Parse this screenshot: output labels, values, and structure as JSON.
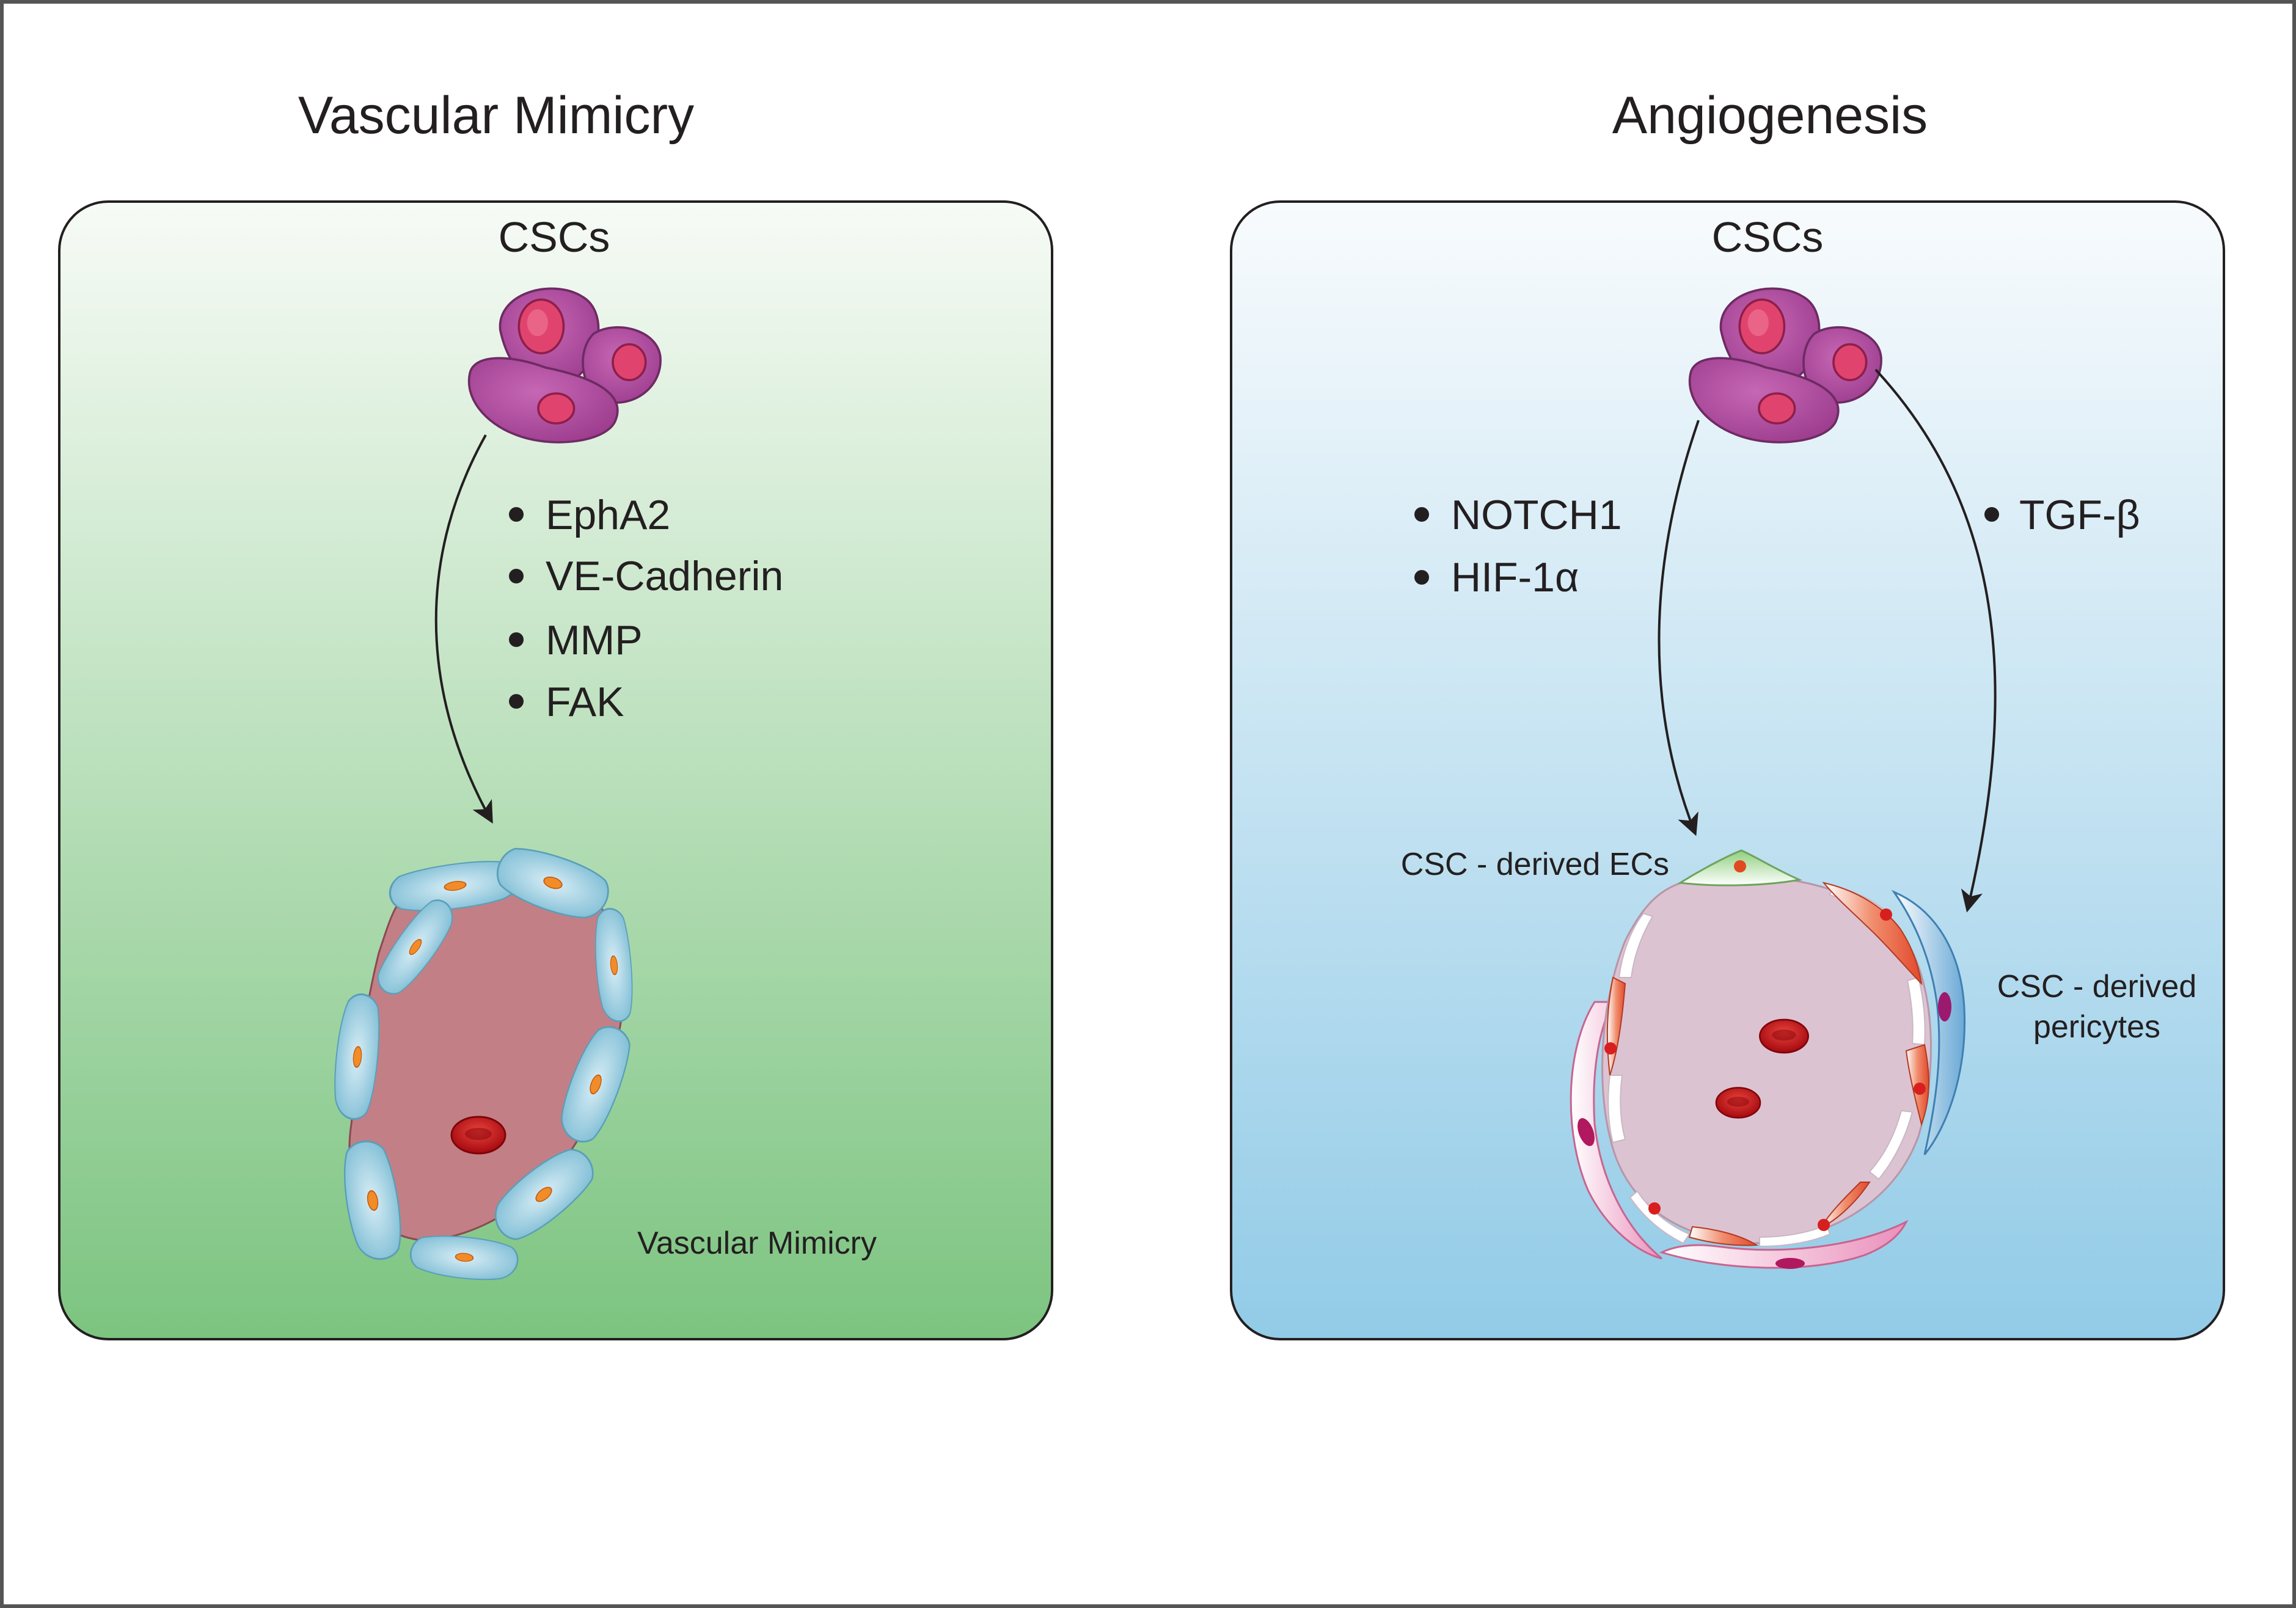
{
  "left_panel": {
    "title": "Vascular Mimicry",
    "cells_label": "CSCs",
    "factors": [
      "EphA2",
      "VE-Cadherin",
      "MMP",
      "FAK"
    ],
    "vessel_label": "Vascular Mimicry",
    "gradient": [
      "#f7fbf6",
      "#7cc480"
    ]
  },
  "right_panel": {
    "title": "Angiogenesis",
    "cells_label": "CSCs",
    "factors_left": [
      "NOTCH1",
      "HIF-1α"
    ],
    "factors_right": [
      "TGF-β"
    ],
    "ec_label": "CSC - derived ECs",
    "pericyte_label_line1": "CSC - derived",
    "pericyte_label_line2": "pericytes",
    "gradient": [
      "#f8fbfd",
      "#92cbe7"
    ]
  },
  "colors": {
    "csc_cell": "#b04e9f",
    "csc_nucleus": "#e0446e",
    "endothelial": "#8dc6db",
    "lumen_vm": "#c37f86",
    "lumen_angio": "#dcc3d2",
    "rbc": "#c8151b",
    "nucleus_orange": "#f28c28"
  }
}
